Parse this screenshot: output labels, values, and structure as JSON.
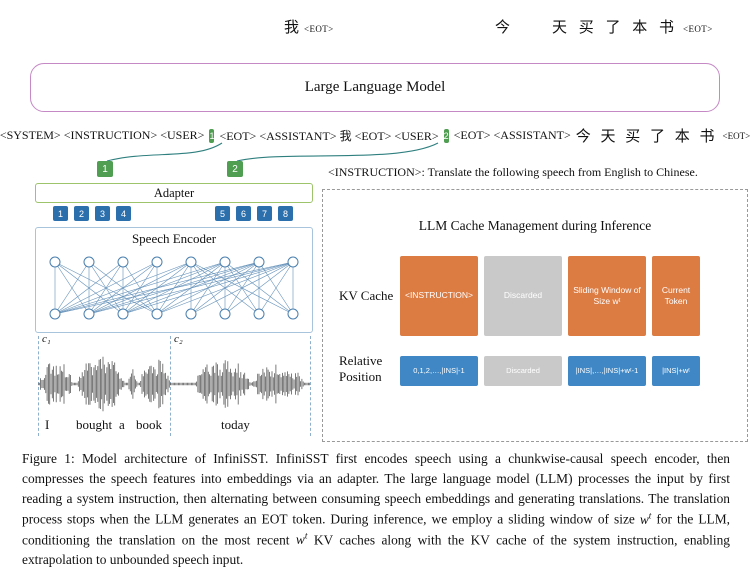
{
  "colors": {
    "llm_border": "#c589c5",
    "green_token": "#4f9e51",
    "adapter_border": "#9dc36b",
    "encoder_square_blue": "#2c6fad",
    "encoder_border": "#a8c4dc",
    "node_blue": "#4a7fae",
    "connector_teal": "#2f7f7f",
    "cache_orange": "#dc7b42",
    "cache_gray": "#c9c9c9",
    "cache_blue": "#3f87c5",
    "dashed_guide": "#8fb0cc"
  },
  "top_outputs": {
    "left_char": "我",
    "left_eot": "<EOT>",
    "right_char": "今",
    "right_chars": "天 买 了 本 书",
    "right_eot": "<EOT>"
  },
  "llm": {
    "label": "Large Language Model"
  },
  "token_row": {
    "p1": "<SYSTEM> <INSTRUCTION> <USER>",
    "chip1": "1",
    "p2": "<EOT> <ASSISTANT> 我 <EOT> <USER>",
    "chip2": "2",
    "p3": "<EOT> <ASSISTANT>",
    "zh": "今 天 买 了 本 书",
    "eot": "<EOT>"
  },
  "adapter": {
    "label": "Adapter",
    "tokens": [
      "1",
      "2"
    ],
    "squares": [
      "1",
      "2",
      "3",
      "4",
      "5",
      "6",
      "7",
      "8"
    ]
  },
  "encoder": {
    "label": "Speech Encoder",
    "top_nodes": 8,
    "bottom_nodes": 8,
    "chunk_size": 4
  },
  "audio": {
    "c1": "c₁",
    "c2": "c₂",
    "words": [
      "I",
      "bought",
      "a",
      "book",
      "today"
    ]
  },
  "instruction_note": "<INSTRUCTION>: Translate the following speech from English to Chinese.",
  "cache_panel": {
    "title": "LLM Cache Management during Inference",
    "kv_label": "KV Cache",
    "pos_label": "Relative Position",
    "kv_boxes": [
      {
        "label": "<INSTRUCTION>",
        "color": "orange"
      },
      {
        "label": "Discarded",
        "color": "gray"
      },
      {
        "label": "Sliding Window of Size wᵗ",
        "color": "orange"
      },
      {
        "label": "Current Token",
        "color": "orange"
      }
    ],
    "pos_boxes": [
      {
        "label": "0,1,2,…,|INS|-1",
        "color": "blue"
      },
      {
        "label": "Discarded",
        "color": "gray"
      },
      {
        "label": "|INS|,…,|INS|+wᵗ-1",
        "color": "blue"
      },
      {
        "label": "|INS|+wᵗ",
        "color": "blue"
      }
    ]
  },
  "caption": {
    "s0": "Figure 1: Model architecture of InfiniSST. InfiniSST first encodes speech using a chunkwise-causal speech encoder, then compresses the speech features into embeddings via an adapter. The large language model (LLM) processes the input by first reading a system instruction, then alternating between consuming speech embeddings and generating translations. The translation process stops when the LLM generates an EOT token. During inference, we employ a sliding window of size ",
    "w": "w",
    "t": "t",
    "s1": " for the LLM, conditioning the translation on the most recent ",
    "s2": " KV caches along with the KV cache of the system instruction, enabling extrapolation to unbounded speech input."
  }
}
